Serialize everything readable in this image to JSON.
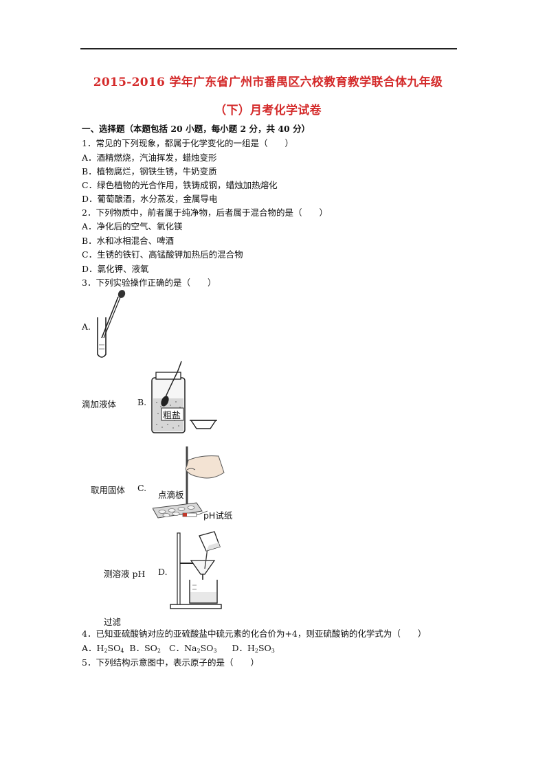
{
  "title_line1": "2015-2016 学年广东省广州市番禺区六校教育教学联合体九年级",
  "title_line2": "（下）月考化学试卷",
  "section1": "一、选择题（本题包括 20 小题，每小题 2 分，共 40 分）",
  "q1": {
    "stem": "1．常见的下列现象，都属于化学变化的一组是（　　）",
    "A": "A．酒精燃烧，汽油挥发，蜡烛变形",
    "B": "B．植物腐烂，钢铁生锈，牛奶变质",
    "C": "C．绿色植物的光合作用，铁铸成钢，蜡烛加热熔化",
    "D": "D．葡萄酿酒，水分蒸发，金属导电"
  },
  "q2": {
    "stem": "2．下列物质中，前者属于纯净物，后者属于混合物的是（　　）",
    "A": "A．净化后的空气、氧化镁",
    "B": "B．水和冰相混合、啤酒",
    "C": "C．生锈的铁钉、高锰酸钾加热后的混合物",
    "D": "D．氯化钾、液氧"
  },
  "q3": {
    "stem": "3．下列实验操作正确的是（　　）",
    "A_letter": "A.",
    "A_caption": "滴加液体",
    "B_letter": "B.",
    "B_jar_label": "粗盐",
    "B_caption": "取用固体",
    "C_letter": "C.",
    "C_plate_label": "点滴板",
    "C_paper_label": "pH试纸",
    "C_caption": "测溶液 pH",
    "D_letter": "D.",
    "D_caption": "过滤"
  },
  "q4": {
    "stem": "4．已知亚硫酸钠对应的亚硫酸盐中硫元素的化合价为+4，则亚硫酸钠的化学式为（　　）",
    "A": "A．H",
    "A_sub1": "2",
    "A_mid": "SO",
    "A_sub2": "4",
    "B": "B．SO",
    "B_sub": "2",
    "C": "C．Na",
    "C_sub1": "2",
    "C_mid": "SO",
    "C_sub2": "3",
    "D": "D．H",
    "D_sub1": "2",
    "D_mid": "SO",
    "D_sub2": "3"
  },
  "q5": {
    "stem": "5．下列结构示意图中，表示原子的是（　　）"
  }
}
